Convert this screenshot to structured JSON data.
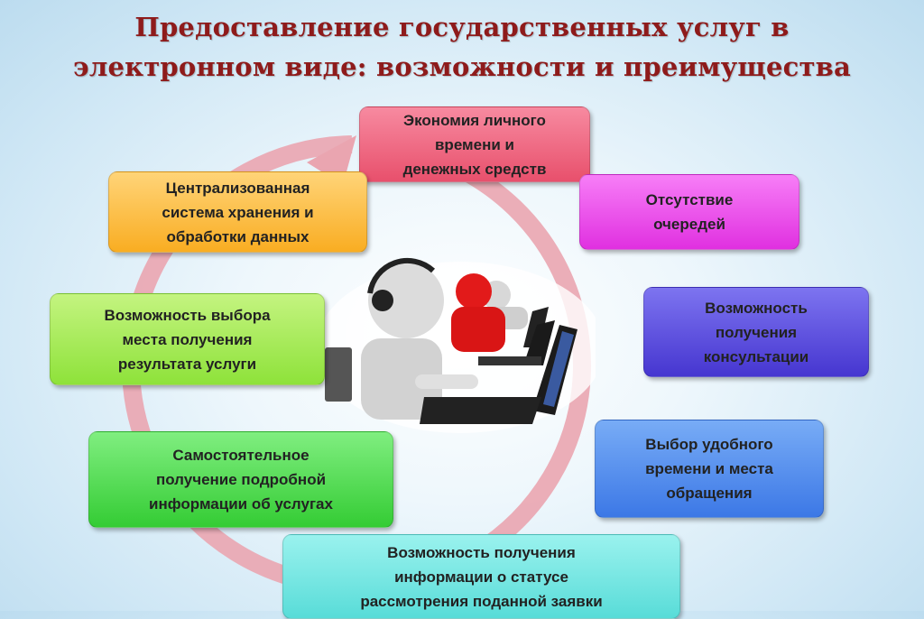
{
  "title": {
    "line1": "Предоставление государственных услуг в",
    "line2": "электронном виде: возможности и преимущества"
  },
  "benefits": [
    {
      "lines": [
        "Экономия  личного",
        "времени и",
        "денежных средств"
      ],
      "color": "#f0607e"
    },
    {
      "lines": [
        "Отсутствие",
        "очередей"
      ],
      "color": "#ee48ee"
    },
    {
      "lines": [
        "Возможность",
        "получения",
        "консультации"
      ],
      "color": "#5a4fe0"
    },
    {
      "lines": [
        "Выбор удобного",
        "времени и места",
        "обращения"
      ],
      "color": "#4c8df0"
    },
    {
      "lines": [
        "Возможность получения",
        "информации  о статусе",
        "рассмотрения  поданной заявки"
      ],
      "color": "#70e6e2"
    },
    {
      "lines": [
        "Самостоятельное",
        "получение подробной",
        "информации  об услугах"
      ],
      "color": "#4ee04e"
    },
    {
      "lines": [
        "Возможность выбора",
        "места получения",
        "результата услуги"
      ],
      "color": "#a4ec4a"
    },
    {
      "lines": [
        "Централизованная",
        "система хранения  и",
        "обработки данных"
      ],
      "color": "#ffbd3a"
    }
  ]
}
